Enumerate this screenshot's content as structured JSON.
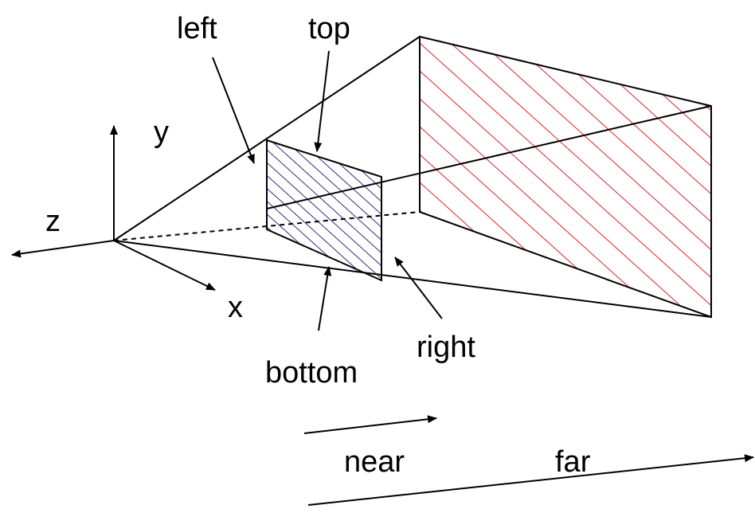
{
  "labels": {
    "left": "left",
    "top": "top",
    "y_axis": "y",
    "z_axis": "z",
    "x_axis": "x",
    "right": "right",
    "bottom": "bottom",
    "near": "near",
    "far": "far"
  },
  "colors": {
    "line": "#000000",
    "near_hatch": "#2b2b8c",
    "far_hatch": "#e02020"
  }
}
